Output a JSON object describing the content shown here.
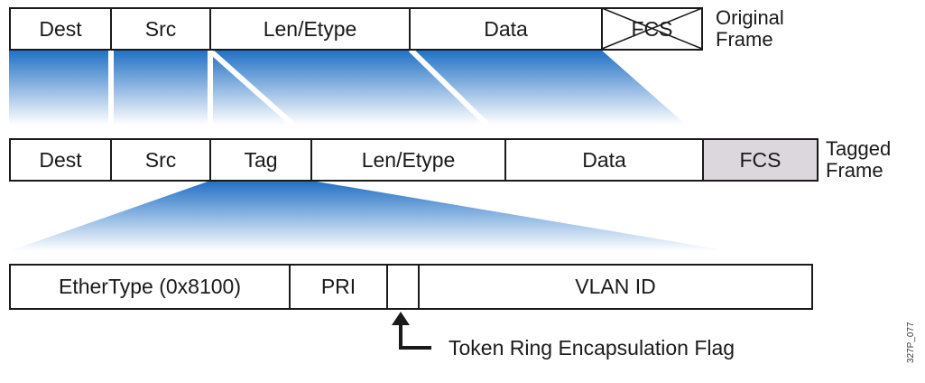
{
  "original_frame": {
    "fields": [
      "Dest",
      "Src",
      "Len/Etype",
      "Data",
      "FCS"
    ],
    "label_line1": "Original",
    "label_line2": "Frame"
  },
  "tagged_frame": {
    "fields": [
      "Dest",
      "Src",
      "Tag",
      "Len/Etype",
      "Data",
      "FCS"
    ],
    "label_line1": "Tagged",
    "label_line2": "Frame"
  },
  "tag_detail": {
    "ethertype": "EtherType (0x8100)",
    "pri": "PRI",
    "vlan_id": "VLAN ID"
  },
  "flag_label": "Token Ring Encapsulation Flag",
  "figure_code": "327P_077",
  "colors": {
    "gradient_top": "#1f6fc4",
    "gradient_bottom": "#ffffff",
    "fcs_shade": "#dcd7dc",
    "line": "#1a1a1a"
  }
}
